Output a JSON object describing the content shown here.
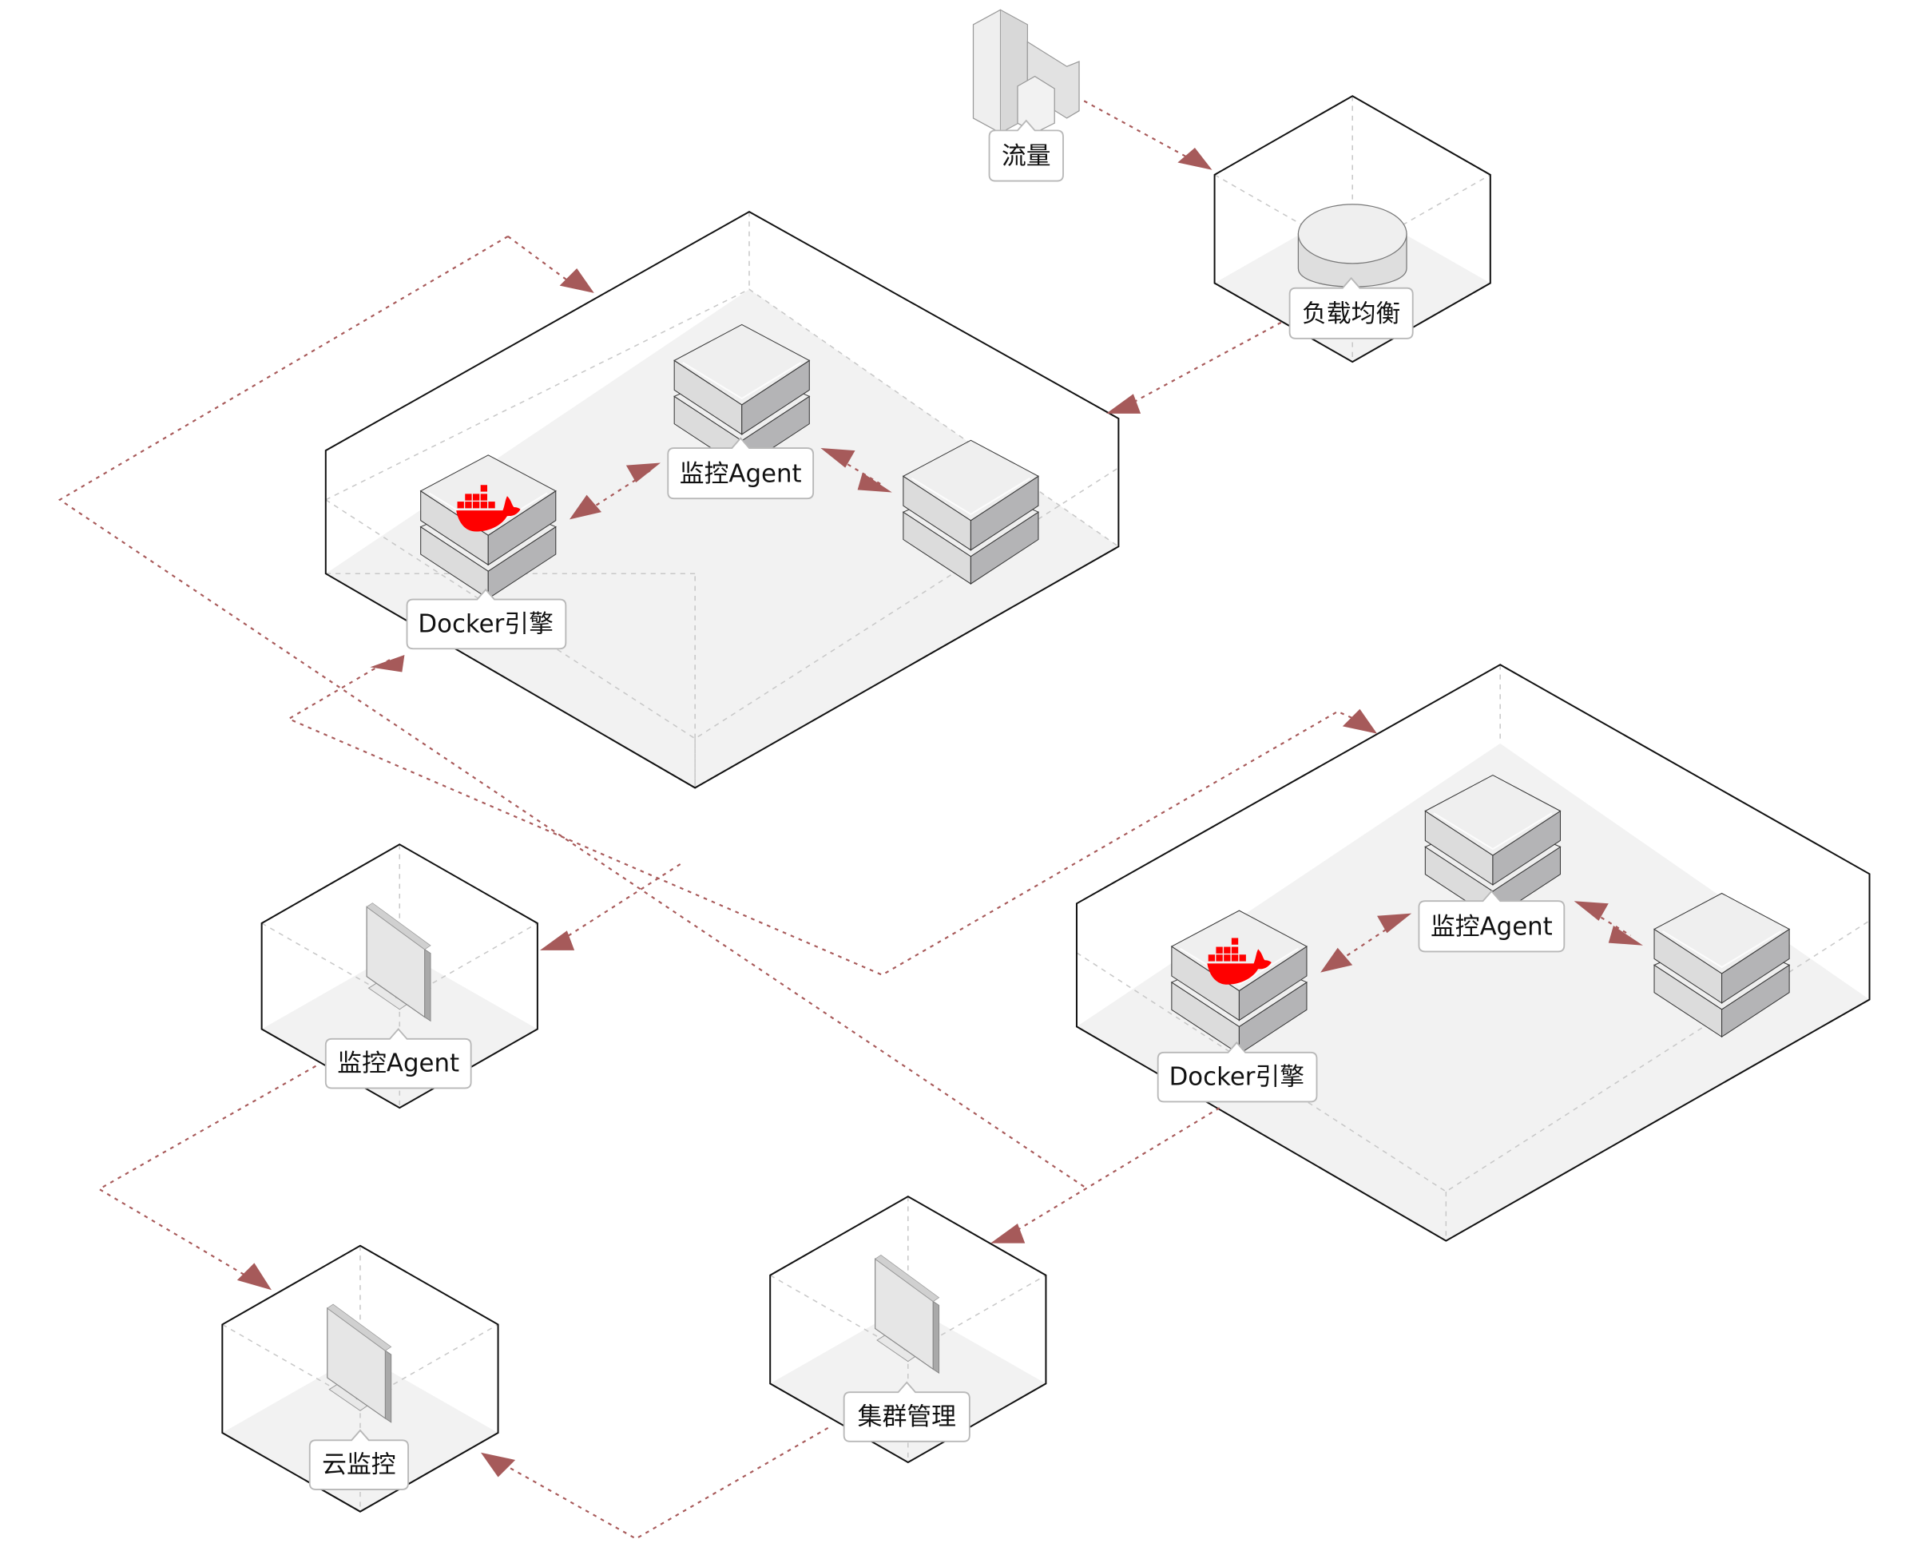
{
  "diagram": {
    "colors": {
      "flow_line": "#a85a5a",
      "arrowhead": "#a65a5a",
      "docker_icon": "#ff0000",
      "container_floor": "#f2f2f2",
      "label_border": "#b8b8b8"
    },
    "nodes": {
      "traffic": {
        "label": "流量",
        "icon": "office-building-icon"
      },
      "load_balancer": {
        "label": "负载均衡",
        "icon": "load-balancer-disk-icon"
      },
      "cluster1": {
        "docker": {
          "label": "Docker引擎",
          "icon": "docker-whale-icon"
        },
        "agent": {
          "label": "监控Agent",
          "icon": "server-stack-icon"
        },
        "server": {
          "icon": "server-stack-icon"
        }
      },
      "cluster2": {
        "docker": {
          "label": "Docker引擎",
          "icon": "docker-whale-icon"
        },
        "agent": {
          "label": "监控Agent",
          "icon": "server-stack-icon"
        },
        "server": {
          "icon": "server-stack-icon"
        }
      },
      "monitor_agent": {
        "label": "监控Agent",
        "icon": "monitor-icon"
      },
      "cloud_monitor": {
        "label": "云监控",
        "icon": "monitor-icon"
      },
      "cluster_mgmt": {
        "label": "集群管理",
        "icon": "monitor-icon"
      }
    },
    "edges": [
      {
        "from": "流量",
        "to": "负载均衡"
      },
      {
        "from": "负载均衡",
        "to": "Cluster 1"
      },
      {
        "from": "Cluster 1",
        "to": "Cluster 2"
      },
      {
        "from": "Docker引擎",
        "to": "监控Agent",
        "bidirectional": true
      },
      {
        "from": "监控Agent",
        "to": "Server",
        "bidirectional": true
      },
      {
        "from": "Cluster 2",
        "to": "集群管理"
      },
      {
        "from": "Cluster 1",
        "to": "监控Agent (host)"
      },
      {
        "from": "监控Agent (host)",
        "to": "云监控"
      },
      {
        "from": "集群管理",
        "to": "云监控"
      }
    ]
  }
}
